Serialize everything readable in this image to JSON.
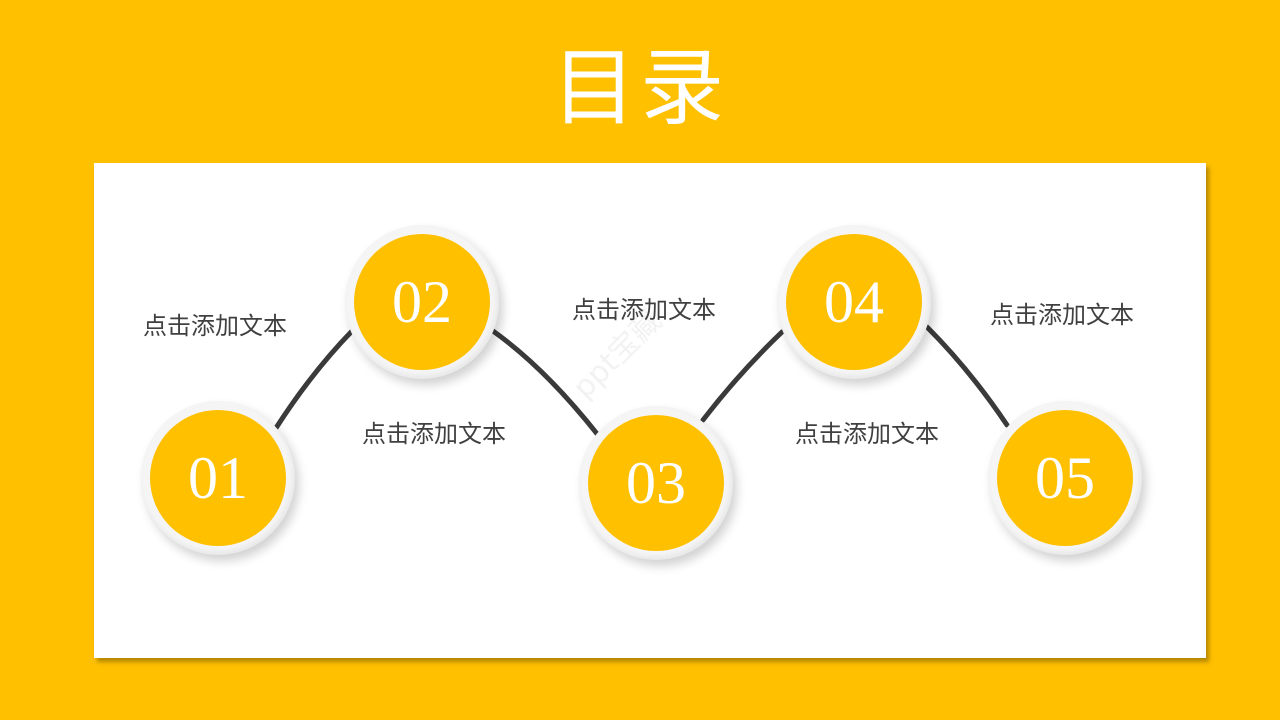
{
  "slide": {
    "title": "目录",
    "watermark": "ppt宝藏",
    "colors": {
      "background": "#FFC000",
      "card": "#FFFFFF",
      "circle_fill": "#FFC000",
      "circle_ring": "#F5F5F5",
      "connector": "#3A3A3A",
      "label_text": "#404040"
    },
    "items": [
      {
        "number": "01",
        "label": "点击添加文本"
      },
      {
        "number": "02",
        "label": "点击添加文本"
      },
      {
        "number": "03",
        "label": "点击添加文本"
      },
      {
        "number": "04",
        "label": "点击添加文本"
      },
      {
        "number": "05",
        "label": "点击添加文本"
      }
    ]
  }
}
